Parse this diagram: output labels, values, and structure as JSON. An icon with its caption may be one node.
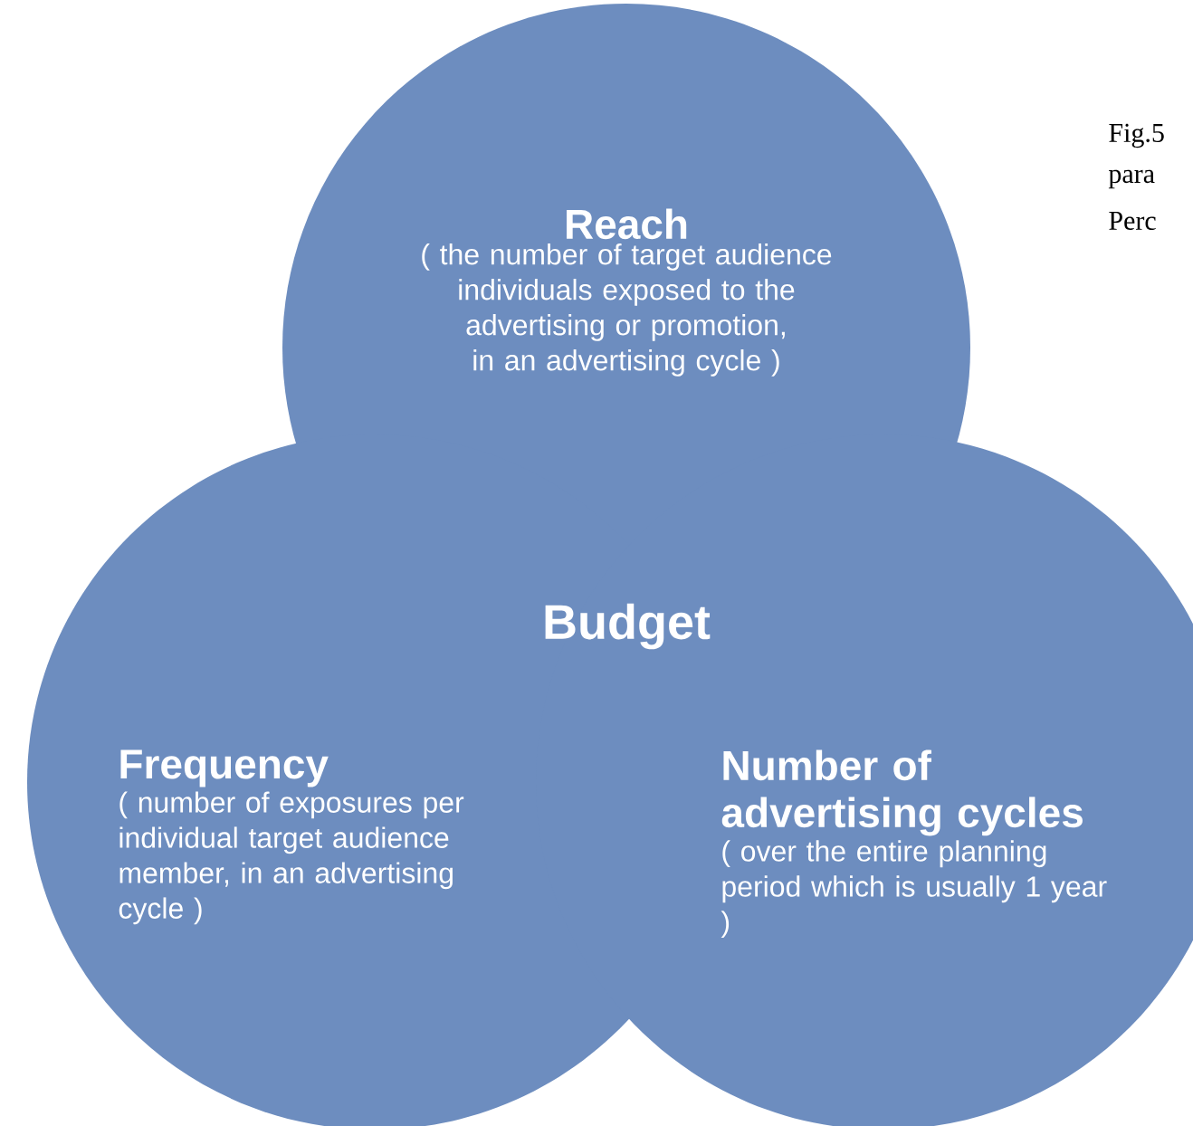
{
  "diagram": {
    "nodes": [
      {
        "text": [
          "Reach",
          "( the number of target audience individuals exposed to the advertising or promotion, in an advertising cycle )"
        ]
      },
      {
        "text": [
          "Frequency",
          "( number of exposures per individual target audience member, in an advertising cycle )"
        ]
      },
      {
        "text": [
          "Number of advertising cycles",
          "( over the entire planning period which is usually 1 year )"
        ]
      }
    ],
    "labels": [
      "Budget",
      "Fig.5",
      "para",
      "Perc"
    ]
  }
}
